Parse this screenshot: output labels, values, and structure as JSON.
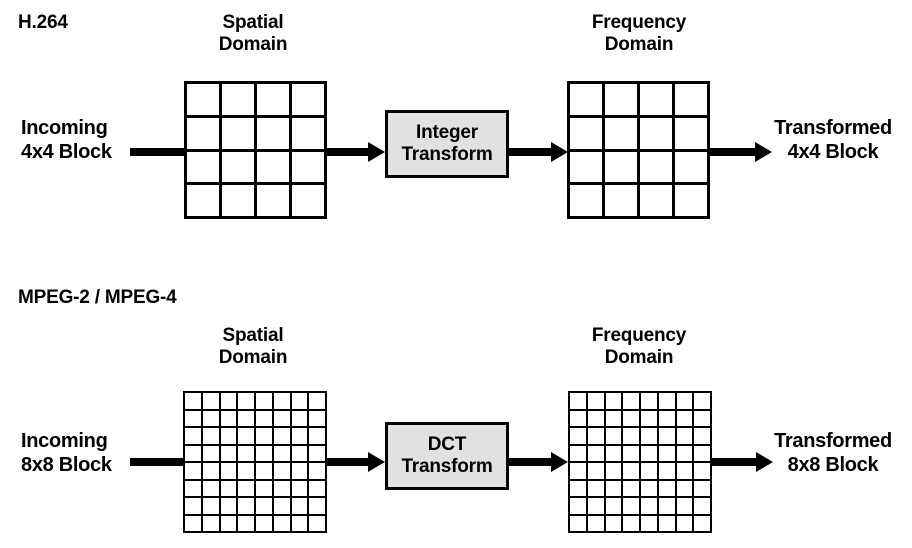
{
  "diagram": {
    "title_visible": false,
    "colors": {
      "stroke": "#000000",
      "box_fill": "#e1e1e1",
      "background": "#ffffff"
    },
    "rows": [
      {
        "id": "h264",
        "section_title": "H.264",
        "input_label": "Incoming\n4x4 Block",
        "spatial_domain_label": "Spatial\nDomain",
        "spatial_grid": {
          "cols": 4,
          "rows": 4
        },
        "transform_label": "Integer\nTransform",
        "frequency_domain_label": "Frequency\nDomain",
        "frequency_grid": {
          "cols": 4,
          "rows": 4
        },
        "output_label": "Transformed\n4x4 Block"
      },
      {
        "id": "mpeg",
        "section_title": "MPEG-2 / MPEG-4",
        "input_label": "Incoming\n8x8 Block",
        "spatial_domain_label": "Spatial\nDomain",
        "spatial_grid": {
          "cols": 8,
          "rows": 8
        },
        "transform_label": "DCT\nTransform",
        "frequency_domain_label": "Frequency\nDomain",
        "frequency_grid": {
          "cols": 8,
          "rows": 8
        },
        "output_label": "Transformed\n8x8 Block"
      }
    ],
    "connectors": [
      {
        "id": "h264-in",
        "arrowhead": false
      },
      {
        "id": "h264-mid",
        "arrowhead": true
      },
      {
        "id": "h264-out1",
        "arrowhead": true
      },
      {
        "id": "h264-out2",
        "arrowhead": true
      },
      {
        "id": "mpeg-in",
        "arrowhead": false
      },
      {
        "id": "mpeg-mid",
        "arrowhead": true
      },
      {
        "id": "mpeg-out1",
        "arrowhead": true
      },
      {
        "id": "mpeg-out2",
        "arrowhead": true
      }
    ]
  }
}
